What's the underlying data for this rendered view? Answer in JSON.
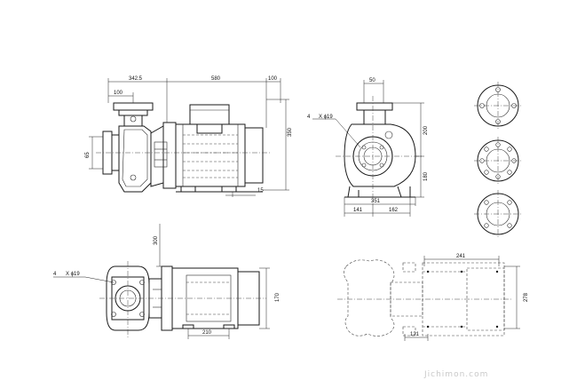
{
  "dimensions": {
    "side_overall": "342.5",
    "side_flange": "100",
    "side_motor_length": "580",
    "side_terminal": "100",
    "side_total_height": "350",
    "side_suction_dia": "65",
    "side_foot_offset": "15",
    "front_top_width": "50",
    "front_hole_count": "4",
    "front_hole_spec": "X ϕ19",
    "front_height_upper": "200",
    "front_height_lower": "180",
    "front_base_width": "351",
    "front_left": "141",
    "front_right": "162",
    "top_height": "300",
    "top_hole_count": "4",
    "top_hole_spec": "X ϕ19",
    "top_motor_width": "170",
    "top_foot_length": "210",
    "base_top_span": "241",
    "base_height": "278",
    "base_foot_span": "121"
  },
  "watermark": "Jichimon.com"
}
